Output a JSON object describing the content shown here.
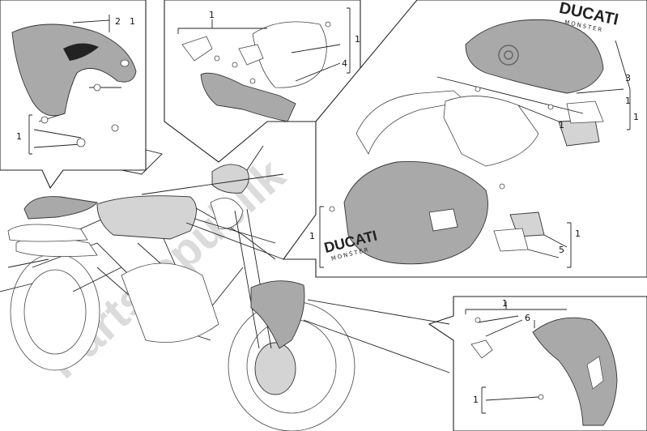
{
  "diagram": {
    "watermark": "Partsrepublik",
    "brand_logo": "DUCATI",
    "brand_sub": "MONSTER",
    "callouts": {
      "seat_cover": [
        "2",
        "1"
      ],
      "seat_screws": "1",
      "headlight_cover": [
        "1",
        "1",
        "4"
      ],
      "tank_top": [
        "1",
        "3"
      ],
      "tank_right": [
        "1",
        "1",
        "5",
        "1"
      ],
      "tank_left": "1",
      "mudguard": [
        "1",
        "6",
        "1"
      ]
    }
  }
}
